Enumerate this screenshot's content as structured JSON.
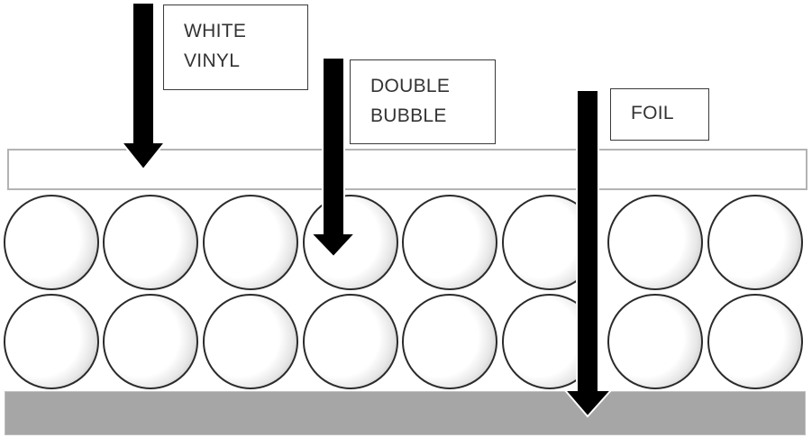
{
  "diagram": {
    "title": "",
    "labels": {
      "vinyl": {
        "line1": "WHITE",
        "line2": "VINYL"
      },
      "bubble": {
        "line1": "DOUBLE",
        "line2": "BUBBLE"
      },
      "foil": {
        "line1": "FOIL"
      }
    },
    "layers": [
      {
        "name": "White Vinyl",
        "color": "#ffffff",
        "border": "#b3b3b3"
      },
      {
        "name": "Double Bubble",
        "rows": 2,
        "bubbles_per_row": 8
      },
      {
        "name": "Foil",
        "color": "#a6a6a6"
      }
    ],
    "arrow_color": "#000000",
    "icons": [
      "arrow-down-icon"
    ]
  }
}
